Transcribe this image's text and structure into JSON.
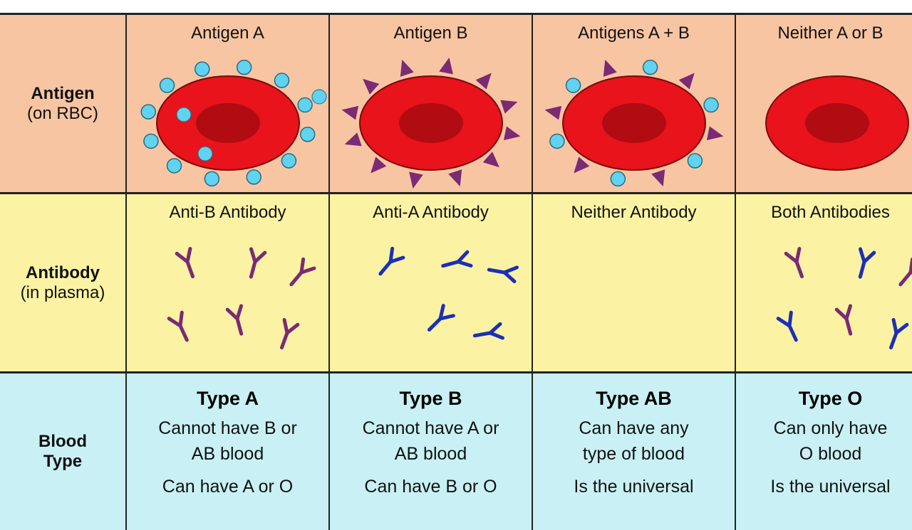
{
  "rows": [
    {
      "title": "Antigen",
      "subtitle": "(on RBC)"
    },
    {
      "title": "Antibody",
      "subtitle": "(in plasma)"
    },
    {
      "title": "Blood",
      "subtitle": "Type"
    }
  ],
  "columns": [
    {
      "antigen": "Antigen A",
      "antibody": "Anti-B Antibody",
      "type": "Type A",
      "line1": "Cannot have B or",
      "line2": "AB blood",
      "line3": "Can have A or O"
    },
    {
      "antigen": "Antigen B",
      "antibody": "Anti-A Antibody",
      "type": "Type B",
      "line1": "Cannot have A or",
      "line2": "AB blood",
      "line3": "Can have B or O"
    },
    {
      "antigen": "Antigens A + B",
      "antibody": "Neither Antibody",
      "type": "Type AB",
      "line1": "Can have any",
      "line2": "type of blood",
      "line3": "Is the universal"
    },
    {
      "antigen": "Neither A or B",
      "antibody": "Both Antibodies",
      "type": "Type O",
      "line1": "Can only have",
      "line2": "O blood",
      "line3": "Is the universal"
    }
  ],
  "colors": {
    "rbc": "#e8131b",
    "antigenA": "#5fd3f0",
    "antigenB": "#7b2a74",
    "antiA": "#1c2fb8",
    "antiB": "#7b2a74"
  }
}
